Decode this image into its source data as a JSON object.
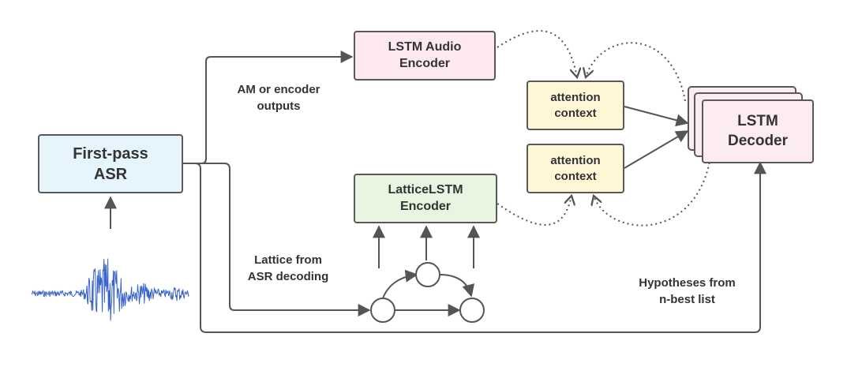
{
  "nodes": {
    "first_pass": {
      "line1": "First-pass",
      "line2": "ASR"
    },
    "lstm_audio": {
      "line1": "LSTM Audio",
      "line2": "Encoder"
    },
    "lattice_lstm": {
      "line1": "LatticeLSTM",
      "line2": "Encoder"
    },
    "attention_top": {
      "line1": "attention",
      "line2": "context"
    },
    "attention_bottom": {
      "line1": "attention",
      "line2": "context"
    },
    "lstm_decoder": {
      "line1": "LSTM",
      "line2": "Decoder"
    }
  },
  "edge_labels": {
    "am_outputs": {
      "line1": "AM or encoder",
      "line2": "outputs"
    },
    "lattice": {
      "line1": "Lattice from",
      "line2": "ASR decoding"
    },
    "hypotheses": {
      "line1": "Hypotheses from",
      "line2": "n-best list"
    }
  },
  "colors": {
    "first_pass_fill": "#e6f4fc",
    "audio_encoder_fill": "#fde9ef",
    "lattice_encoder_fill": "#e8f5e0",
    "attention_fill": "#fff6d6",
    "decoder_fill": "#fcebf1",
    "waveform": "#3a63c9"
  },
  "icons": [
    "audio-waveform-icon",
    "lattice-graph-icon"
  ]
}
